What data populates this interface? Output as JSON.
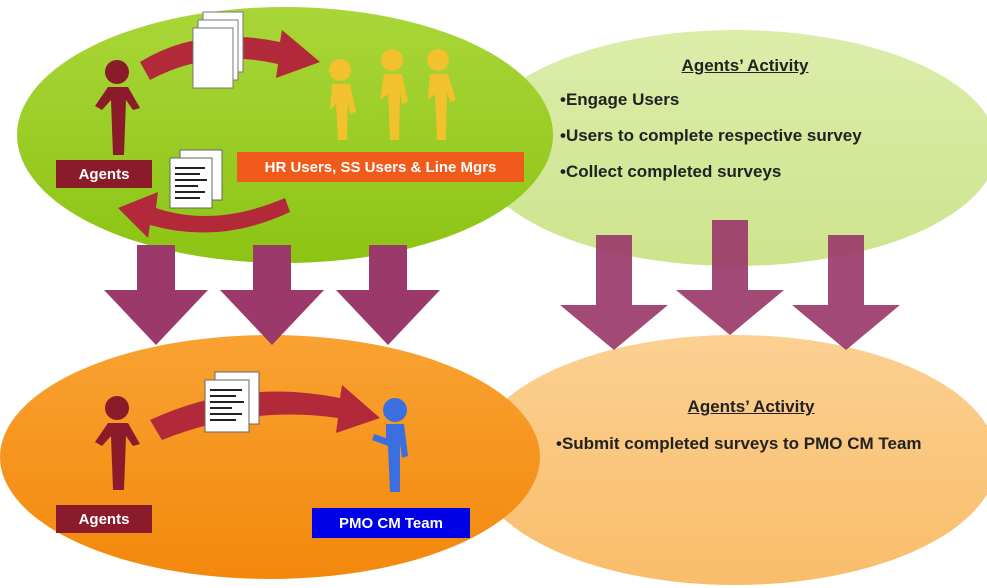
{
  "top_left": {
    "agents_label": "Agents",
    "users_label": "HR Users, SS Users & Line Mgrs"
  },
  "top_right": {
    "title": "Agents’ Activity",
    "bullets": [
      "Engage Users",
      "Users to complete respective survey",
      "Collect completed surveys"
    ]
  },
  "bottom_left": {
    "agents_label": "Agents",
    "team_label": "PMO CM Team"
  },
  "bottom_right": {
    "title": "Agents’ Activity",
    "bullets": [
      "Submit completed surveys to PMO CM Team"
    ]
  },
  "colors": {
    "green_ellipse": "#9acd1e",
    "light_green_ellipse": "#d6e9a0",
    "orange_ellipse": "#f7931e",
    "peach_ellipse": "#fbc77e",
    "arrow": "#9b3a6a",
    "maroon": "#8b1a2b",
    "hr_box": "#f05a1a",
    "pmo_box": "#0000e6",
    "yellow_figure": "#f2c12e",
    "blue_figure": "#3b6fe0"
  }
}
